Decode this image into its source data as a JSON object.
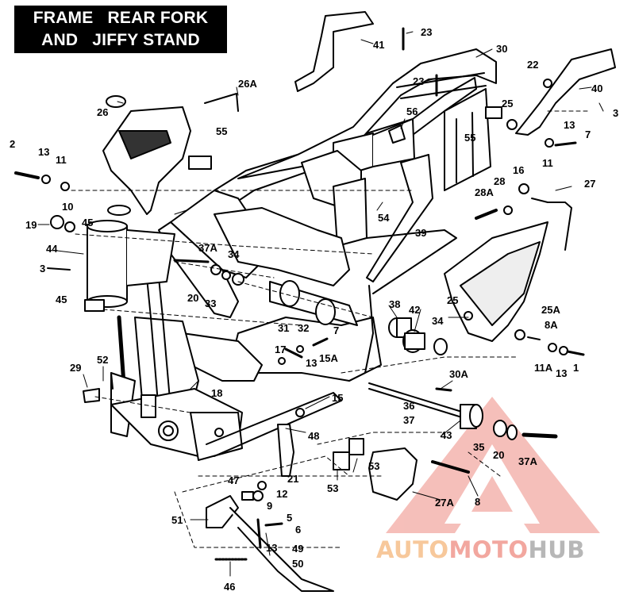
{
  "title": {
    "line1": "FRAME   REAR FORK",
    "line2": "AND   JIFFY STAND"
  },
  "watermark": {
    "part1": "AUTO",
    "part2": "MOTO",
    "part3": "HUB",
    "colors": {
      "auto": "#f7c89b",
      "moto": "#f2a79f",
      "hub": "#b7b7b7",
      "triangle": "#f4b4ae"
    }
  },
  "labels": {
    "l1": "1",
    "l2": "2",
    "l3a": "3",
    "l3b": "3",
    "l5": "5",
    "l6": "6",
    "l7a": "7",
    "l7b": "7",
    "l8": "8",
    "l8a": "8A",
    "l9": "9",
    "l10": "10",
    "l11a": "11",
    "l11b": "11",
    "l11c": "11A",
    "l12": "12",
    "l13a": "13",
    "l13b": "13",
    "l13c": "13",
    "l13d": "13",
    "l13e": "13",
    "l15": "15",
    "l15a": "15A",
    "l16": "16",
    "l17": "17",
    "l18": "18",
    "l19": "19",
    "l20a": "20",
    "l20b": "20",
    "l21": "21",
    "l22": "22",
    "l23a": "23",
    "l23b": "23",
    "l25a": "25",
    "l25b": "25",
    "l25c": "25A",
    "l26": "26",
    "l26a": "26A",
    "l27": "27",
    "l27a": "27A",
    "l28": "28",
    "l28a": "28A",
    "l29": "29",
    "l30": "30",
    "l30a": "30A",
    "l31": "31",
    "l32": "32",
    "l33": "33",
    "l34a": "34",
    "l34b": "34",
    "l35": "35",
    "l36": "36",
    "l37": "37",
    "l37a": "37A",
    "l37b": "37A",
    "l38": "38",
    "l39": "39",
    "l40": "40",
    "l41": "41",
    "l42": "42",
    "l43": "43",
    "l44": "44",
    "l45a": "45",
    "l45b": "45",
    "l46": "46",
    "l47": "47",
    "l48": "48",
    "l49": "49",
    "l50": "50",
    "l51": "51",
    "l52": "52",
    "l53a": "53",
    "l53b": "53",
    "l54": "54",
    "l55a": "55",
    "l55b": "55",
    "l56": "56"
  }
}
